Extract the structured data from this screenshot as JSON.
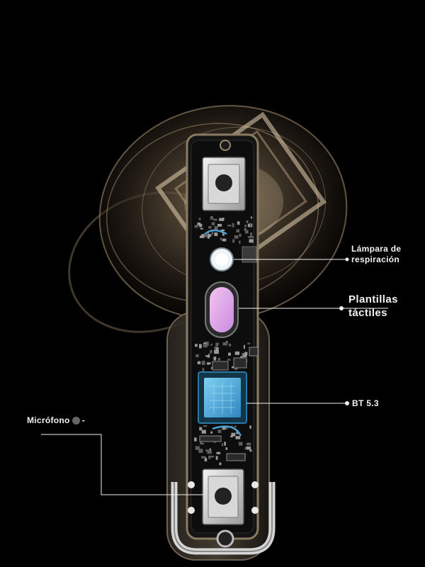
{
  "callouts": {
    "lamp": {
      "line1": "Lámpara de",
      "line2": "respiración"
    },
    "touch": {
      "line1": "Plantillas",
      "line2": "táctiles"
    },
    "bt": {
      "text": "BT 5.3"
    },
    "mic": {
      "text": "Micrófono",
      "suffix": "-"
    }
  },
  "colors": {
    "background": "#000000",
    "shell": "#d9c3a0",
    "board": "#141414",
    "touch_pad": "#e9a8e6",
    "chip": "#5ab4e0",
    "callout_line": "#f2f2f2"
  }
}
